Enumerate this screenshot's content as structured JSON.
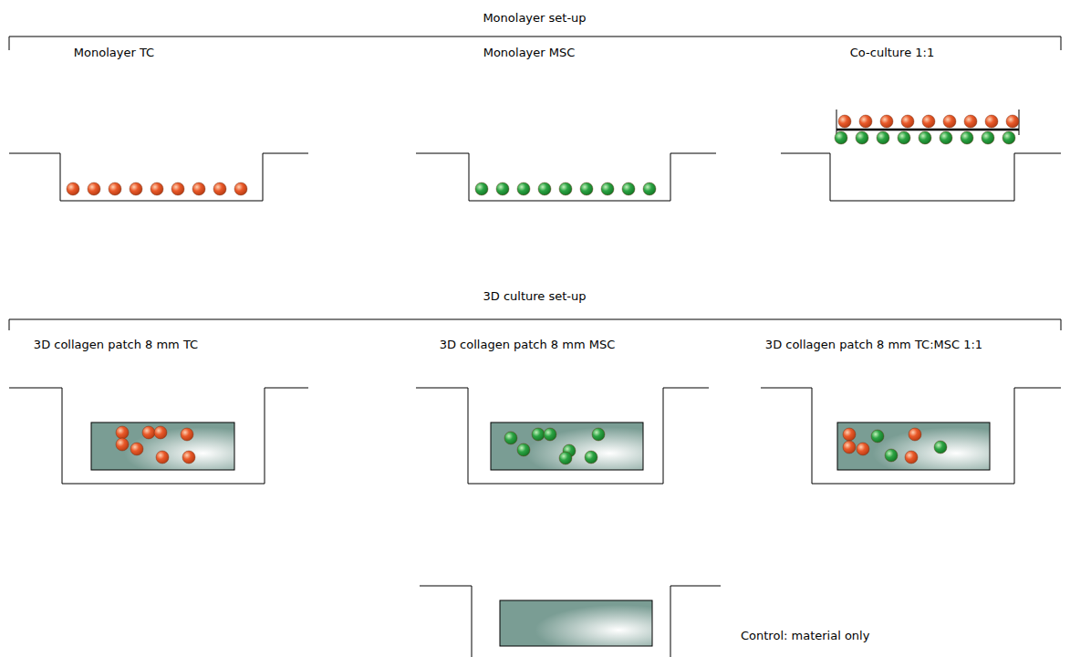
{
  "diagram": {
    "nodes": [
      {
        "text": [
          "Monolayer TC"
        ]
      },
      {
        "text": [
          "Monolayer MSC"
        ]
      },
      {
        "text": [
          "Co-culture 1:1"
        ]
      },
      {
        "text": [
          "3D collagen patch 8 mm TC"
        ]
      },
      {
        "text": [
          "3D collagen patch 8 mm MSC"
        ]
      },
      {
        "text": [
          "3D collagen patch 8 mm TC:MSC 1:1"
        ]
      },
      {
        "text": [
          "Control: material only"
        ]
      }
    ],
    "labels": [
      "Monolayer set-up",
      "3D culture set-up"
    ]
  }
}
